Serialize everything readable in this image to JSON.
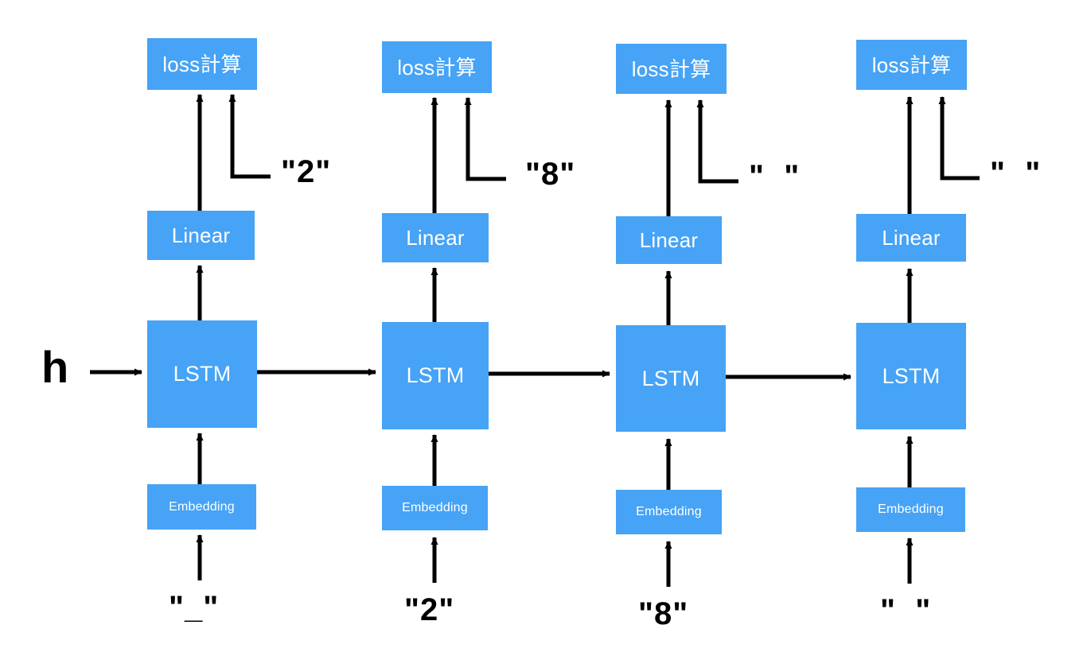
{
  "diagram": {
    "title": "LSTM sequence training unrolled diagram",
    "accent_color": "#46a3f5",
    "line_color": "#000000",
    "background": "#ffffff",
    "initial_state_label": "h",
    "layer_labels": {
      "loss": "loss計算",
      "linear": "Linear",
      "lstm": "LSTM",
      "embedding": "Embedding"
    },
    "timesteps": [
      {
        "index": 1,
        "loss_label": "loss計算",
        "linear_label": "Linear",
        "lstm_label": "LSTM",
        "embedding_label": "Embedding",
        "target_token": "\"2\"",
        "input_token": "\"_\""
      },
      {
        "index": 2,
        "loss_label": "loss計算",
        "linear_label": "Linear",
        "lstm_label": "LSTM",
        "embedding_label": "Embedding",
        "target_token": "\"8\"",
        "input_token": "\"2\""
      },
      {
        "index": 3,
        "loss_label": "loss計算",
        "linear_label": "Linear",
        "lstm_label": "LSTM",
        "embedding_label": "Embedding",
        "target_token": "\"  \"",
        "input_token": "\"8\""
      },
      {
        "index": 4,
        "loss_label": "loss計算",
        "linear_label": "Linear",
        "lstm_label": "LSTM",
        "embedding_label": "Embedding",
        "target_token": "\"  \"",
        "input_token": "\"  \""
      }
    ]
  }
}
